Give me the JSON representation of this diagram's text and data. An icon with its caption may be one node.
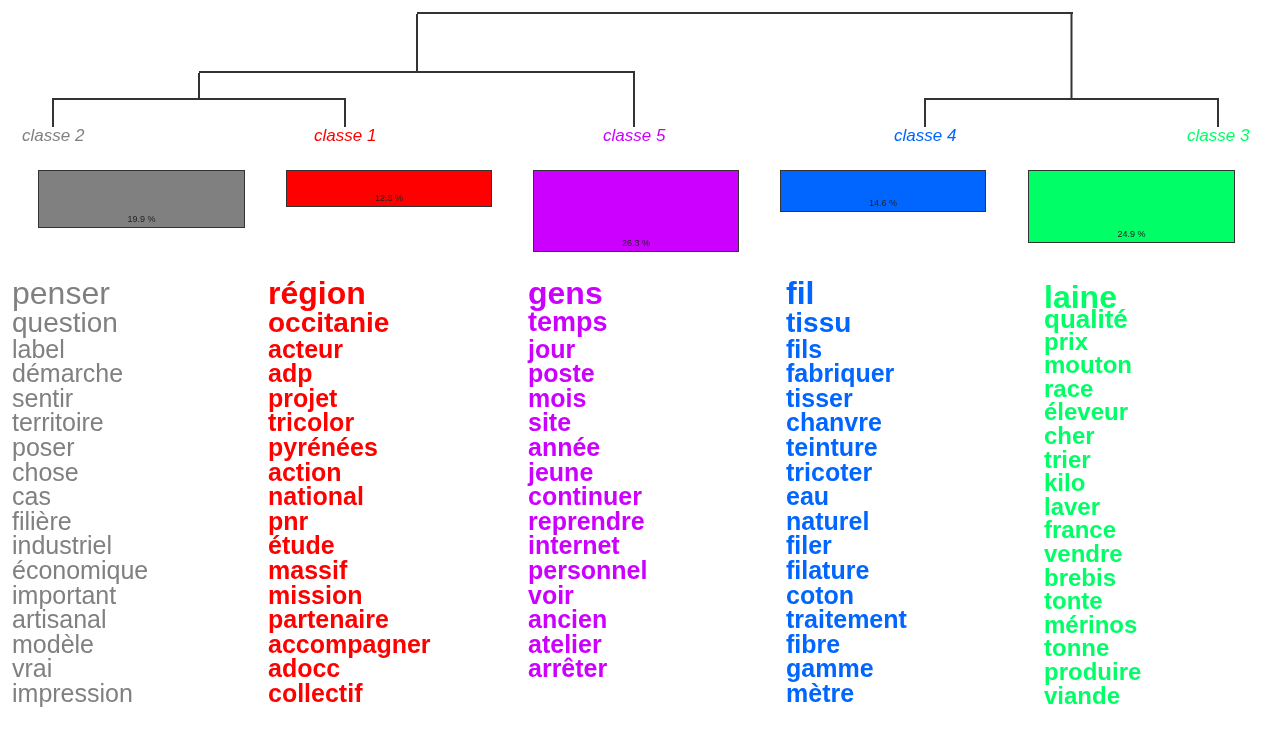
{
  "diagram": {
    "nodes": [
      {
        "text": [],
        "shape": "bar"
      },
      {
        "text": [],
        "shape": "bar"
      },
      {
        "text": [],
        "shape": "bar"
      },
      {
        "text": [],
        "shape": "bar"
      },
      {
        "text": [
          "classe 2"
        ]
      },
      {
        "text": [
          "classe 1"
        ]
      },
      {
        "text": [
          "classe 5"
        ]
      },
      {
        "text": [
          "classe 4"
        ]
      },
      {
        "text": [
          "classe 3"
        ]
      },
      {
        "text": [
          "19.9 %"
        ],
        "beside": [
          "penser",
          "question",
          "label",
          "démarche",
          "sentir",
          "territoire",
          "poser",
          "chose",
          "cas",
          "filière",
          "industriel",
          "économique",
          "important",
          "artisanal",
          "modèle",
          "vrai",
          "impression"
        ]
      },
      {
        "text": [
          "12.3 %"
        ],
        "beside": [
          "région",
          "occitanie",
          "acteur",
          "adp",
          "projet",
          "tricolor",
          "pyrénées",
          "action",
          "national",
          "pnr",
          "étude",
          "massif",
          "mission",
          "partenaire",
          "accompagner",
          "adocc",
          "collectif"
        ]
      },
      {
        "text": [
          "26.3 %"
        ],
        "beside": [
          "gens",
          "temps",
          "jour",
          "poste",
          "mois",
          "site",
          "année",
          "jeune",
          "continuer",
          "reprendre",
          "internet",
          "personnel",
          "voir",
          "ancien",
          "atelier",
          "arrêter"
        ]
      },
      {
        "text": [
          "14.6 %"
        ],
        "beside": [
          "fil",
          "tissu",
          "fils",
          "fabriquer",
          "tisser",
          "chanvre",
          "teinture",
          "tricoter",
          "eau",
          "naturel",
          "filer",
          "filature",
          "coton",
          "traitement",
          "fibre",
          "gamme",
          "mètre"
        ]
      },
      {
        "text": [
          "24.9 %"
        ],
        "beside": [
          "laine",
          "qualité",
          "prix",
          "mouton",
          "race",
          "éleveur",
          "cher",
          "trier",
          "kilo",
          "laver",
          "france",
          "vendre",
          "brebis",
          "tonte",
          "mérinos",
          "tonne",
          "produire",
          "viande"
        ]
      }
    ],
    "edges": [
      {
        "from": 0,
        "to": 1,
        "arrow": "none"
      },
      {
        "from": 0,
        "to": 3,
        "arrow": "none"
      },
      {
        "from": 1,
        "to": 2,
        "arrow": "none"
      },
      {
        "from": 1,
        "to": 6,
        "arrow": "none"
      },
      {
        "from": 2,
        "to": 4,
        "arrow": "none"
      },
      {
        "from": 2,
        "to": 5,
        "arrow": "none"
      },
      {
        "from": 3,
        "to": 7,
        "arrow": "none"
      },
      {
        "from": 3,
        "to": 8,
        "arrow": "none"
      }
    ]
  }
}
